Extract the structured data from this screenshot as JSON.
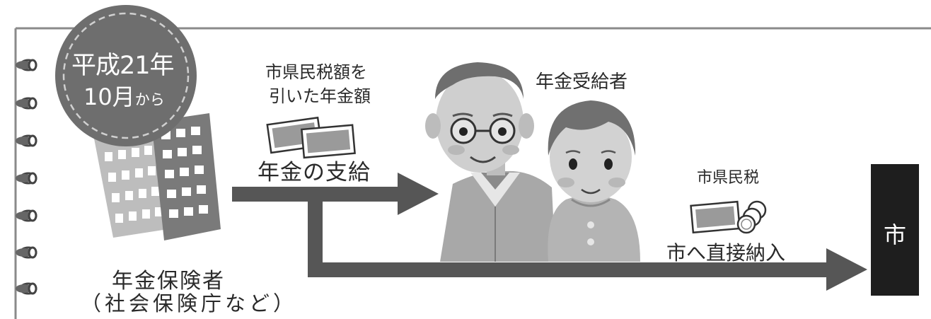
{
  "badge": {
    "line1": "平成21年",
    "line2_main": "10月",
    "line2_small": "から"
  },
  "insurer": {
    "line1": "年金保険者",
    "line2": "（社会保険庁など）"
  },
  "deduction_label": {
    "line1": "市県民税額を",
    "line2": "引いた年金額"
  },
  "payment_label": "年金の支給",
  "recipients_label": "年金受給者",
  "tax_label": "市県民税",
  "direct_payment_label": "市へ直接納入",
  "city_label": "市",
  "colors": {
    "dark_gray": "#5a5a5a",
    "mid_gray": "#8c8c8c",
    "light_gray": "#c8c8c8",
    "black": "#1e1e1e"
  }
}
